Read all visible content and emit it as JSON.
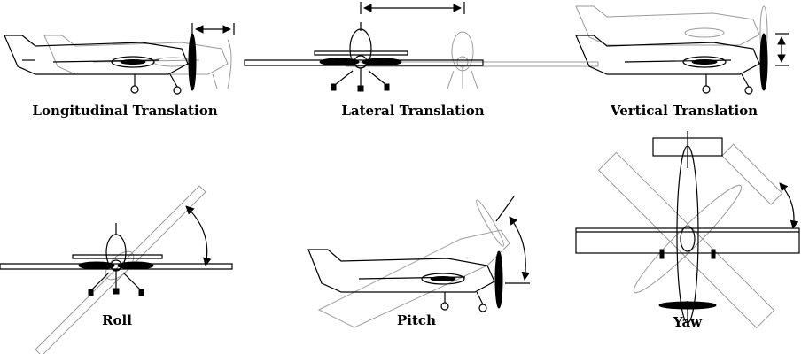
{
  "panels": [
    {
      "id": "longitudinal",
      "label": "Longitudinal Translation"
    },
    {
      "id": "lateral",
      "label": "Lateral Translation"
    },
    {
      "id": "vertical",
      "label": "Vertical Translation"
    },
    {
      "id": "roll",
      "label": "Roll"
    },
    {
      "id": "pitch",
      "label": "Pitch"
    },
    {
      "id": "yaw",
      "label": "Yaw"
    }
  ]
}
